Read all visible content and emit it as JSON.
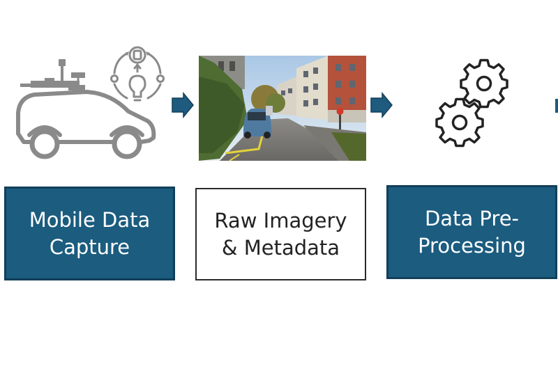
{
  "steps": [
    {
      "line1": "Mobile Data",
      "line2": "Capture",
      "icon": "vehicle-with-lightbulb-cycle-icon"
    },
    {
      "line1": "Raw Imagery",
      "line2": "& Metadata",
      "icon": "street-photo"
    },
    {
      "line1": "Data Pre-",
      "line2": "Processing",
      "icon": "gears-icon"
    }
  ],
  "colors": {
    "box_fill": "#1b5c7f",
    "box_border": "#113f59",
    "arrow": "#1e5b7e",
    "icon_gray": "#8a8a8a"
  }
}
